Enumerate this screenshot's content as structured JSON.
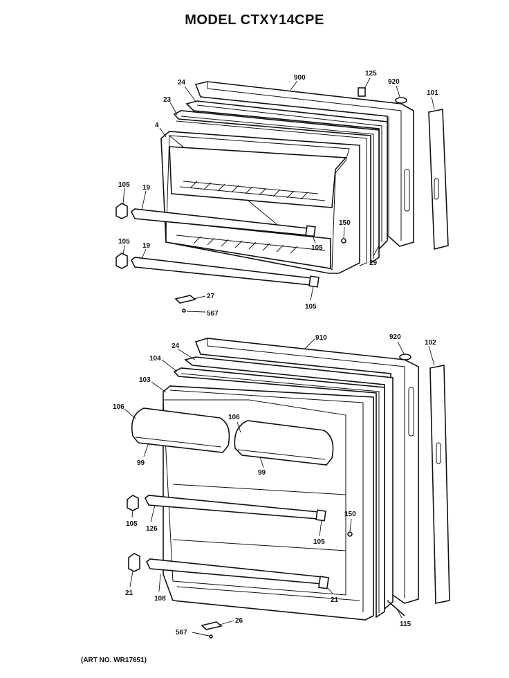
{
  "title": "MODEL CTXY14CPE",
  "art_number": "(ART NO. WR17651)",
  "labels": {
    "top": [
      "900",
      "125",
      "920",
      "101",
      "24",
      "23",
      "4",
      "105",
      "19",
      "150",
      "105",
      "105",
      "19",
      "29",
      "27",
      "567",
      "105"
    ],
    "bottom": [
      "910",
      "920",
      "102",
      "24",
      "104",
      "103",
      "106",
      "106",
      "99",
      "99",
      "105",
      "126",
      "150",
      "105",
      "21",
      "108",
      "21",
      "26",
      "567",
      "115"
    ]
  }
}
